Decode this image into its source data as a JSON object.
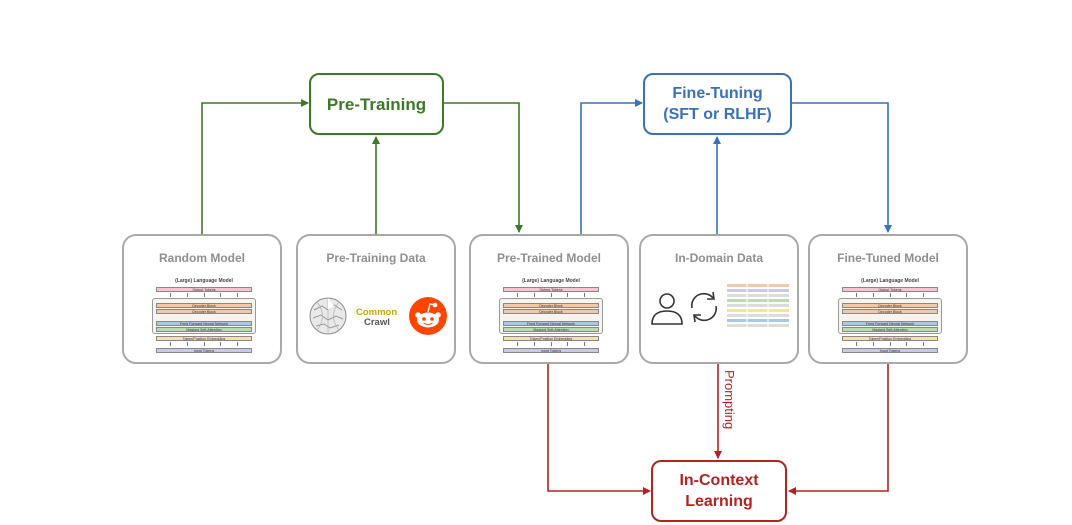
{
  "stages": {
    "pretraining": [
      "Pre-Training"
    ],
    "finetuning": [
      "Fine-Tuning",
      "(SFT or RLHF)"
    ],
    "icl": [
      "In-Context",
      "Learning"
    ]
  },
  "cards": {
    "random_model": "Random Model",
    "pretraining_data": "Pre-Training Data",
    "pretrained_model": "Pre-Trained Model",
    "indomain_data": "In-Domain Data",
    "finetuned_model": "Fine-Tuned Model"
  },
  "architecture": {
    "title": "(Large) Language Model",
    "output": "Output Tokens",
    "decoder_block": "Decoder Block",
    "feed_forward": "Feed Forward Neural Network",
    "attention": "Masked Self-Attention",
    "embedding": "Token/Position Embedding",
    "input": "Input Tokens"
  },
  "logos": {
    "common_crawl": [
      "Common",
      "Crawl"
    ]
  },
  "edge_labels": {
    "prompting": "Prompting"
  },
  "colors": {
    "pretraining": "#3c7a28",
    "finetuning": "#3a72b8",
    "icl": "#b42222",
    "card_border": "#a9a9a9",
    "card_title": "#8f8f8f"
  },
  "icons": {
    "wikipedia": "wikipedia-globe-icon",
    "reddit": "reddit-alien-icon",
    "user": "user-outline-icon",
    "cycle": "circular-arrows-icon",
    "table": "data-table-icon"
  }
}
